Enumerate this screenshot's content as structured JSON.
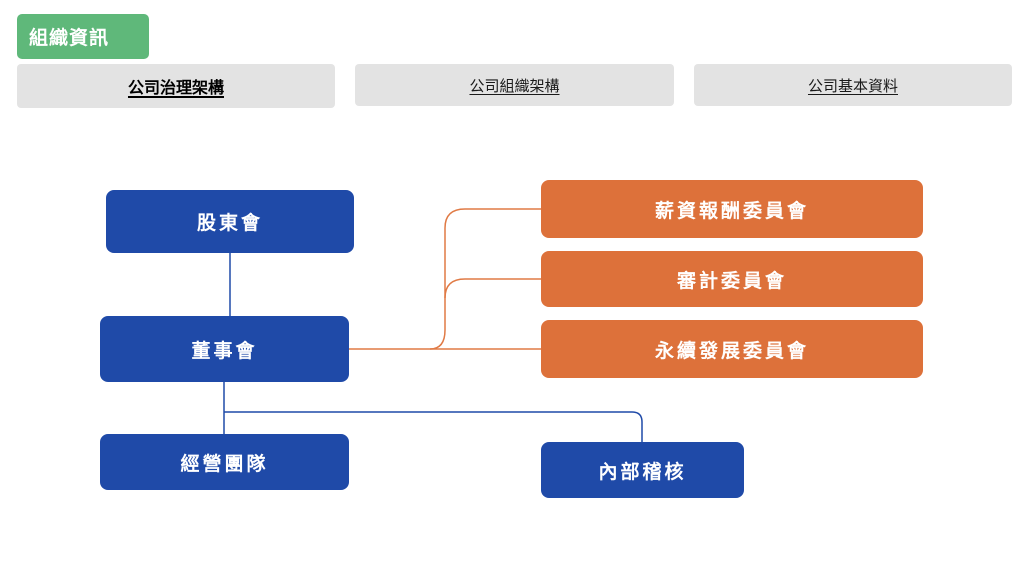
{
  "section_title": "組織資訊",
  "tabs": [
    {
      "label": "公司治理架構",
      "active": true
    },
    {
      "label": "公司組織架構",
      "active": false
    },
    {
      "label": "公司基本資料",
      "active": false
    }
  ],
  "nodes": {
    "shareholders": "股東會",
    "board": "董事會",
    "management": "經營團隊",
    "internal_audit": "內部稽核",
    "compensation_committee": "薪資報酬委員會",
    "audit_committee": "審計委員會",
    "sustainability_committee": "永續發展委員會"
  },
  "colors": {
    "title_bg": "#5fb87a",
    "tab_bg": "#e3e3e3",
    "blue_node": "#1f4aa8",
    "orange_node": "#dd713a",
    "blue_line": "#1f4aa8",
    "orange_line": "#e07a45"
  }
}
